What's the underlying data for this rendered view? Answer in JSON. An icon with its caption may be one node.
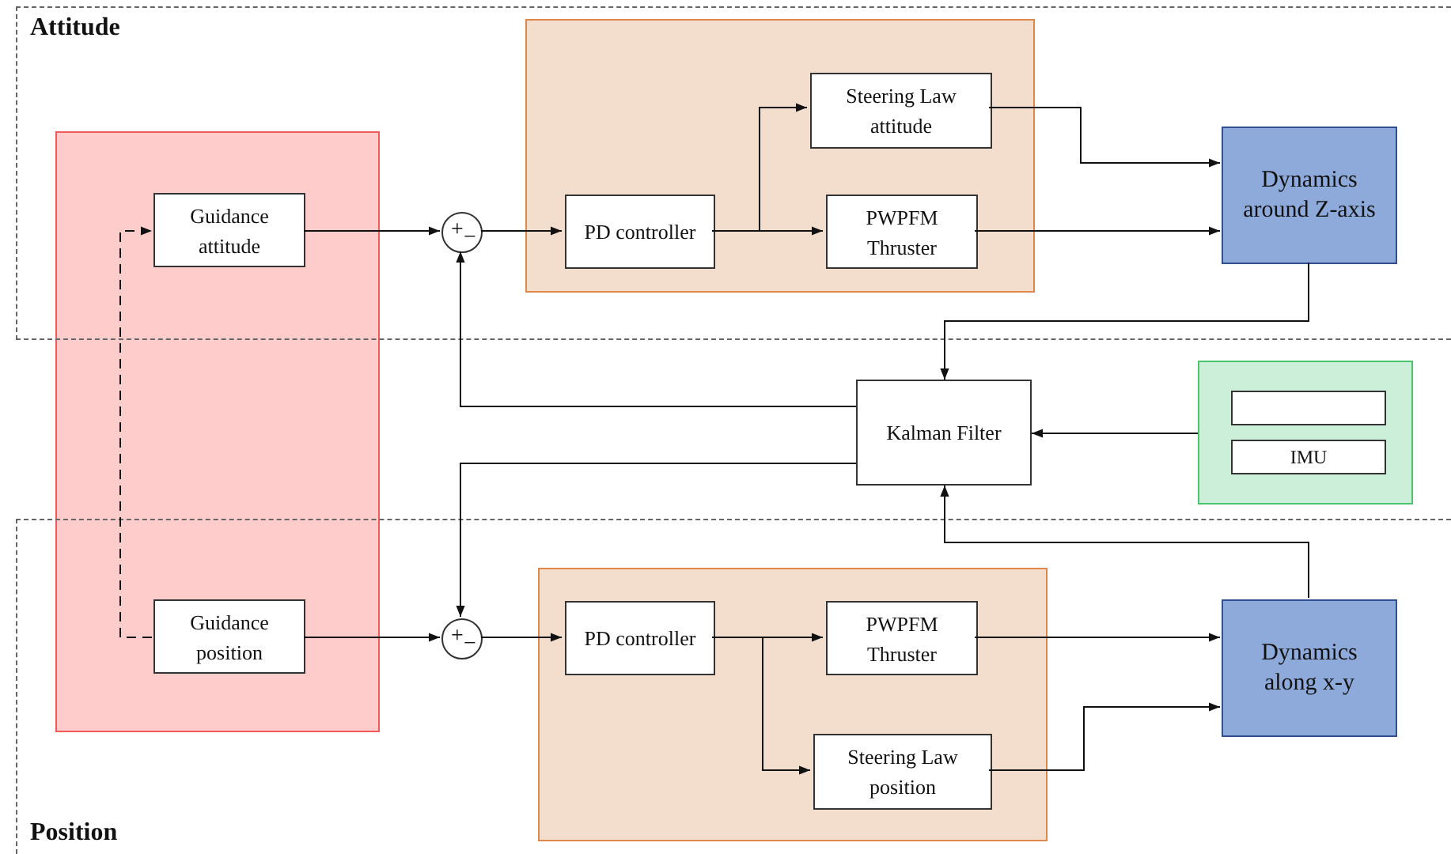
{
  "diagram": {
    "nodes": [
      {
        "text": [
          "Attitude"
        ]
      },
      {
        "text": [
          "Guidance attitude"
        ],
        "in": 0
      },
      {
        "text": [
          "+",
          "−"
        ],
        "in": 0
      },
      {
        "text": [],
        "shape": "box",
        "in": 0
      },
      {
        "text": [
          "PD controller"
        ],
        "in": 3
      },
      {
        "text": [
          "Steering Law attitude"
        ],
        "in": 3
      },
      {
        "text": [
          "PWPFM Thruster"
        ],
        "in": 3
      },
      {
        "text": [
          "Dynamics around Z-axis"
        ],
        "in": 0
      },
      {
        "text": [
          "Kalman Filter"
        ]
      },
      {
        "text": [],
        "shape": "box"
      },
      {
        "text": [],
        "shape": "box",
        "in": 9
      },
      {
        "text": [
          "IMU"
        ],
        "in": 9
      },
      {
        "text": [
          "Position"
        ]
      },
      {
        "text": [
          "Guidance position"
        ],
        "in": 12
      },
      {
        "text": [
          "+",
          "−"
        ],
        "in": 12
      },
      {
        "text": [],
        "shape": "box",
        "in": 12
      },
      {
        "text": [
          "PD controller"
        ],
        "in": 15
      },
      {
        "text": [
          "PWPFM Thruster"
        ],
        "in": 15
      },
      {
        "text": [
          "Steering Law position"
        ],
        "in": 15
      },
      {
        "text": [
          "Dynamics along x-y"
        ],
        "in": 12
      }
    ],
    "edges": [
      {
        "from": 1,
        "to": 2,
        "arrow": "to"
      },
      {
        "from": 2,
        "to": 4,
        "arrow": "to"
      },
      {
        "from": 4,
        "to": 5,
        "arrow": "to"
      },
      {
        "from": 4,
        "to": 6,
        "arrow": "to"
      },
      {
        "from": 5,
        "to": 7,
        "arrow": "to"
      },
      {
        "from": 6,
        "to": 7,
        "arrow": "to"
      },
      {
        "from": 7,
        "to": 8,
        "arrow": "to"
      },
      {
        "from": 8,
        "to": 2,
        "arrow": "to"
      },
      {
        "from": 8,
        "to": 14,
        "arrow": "to"
      },
      {
        "from": 9,
        "to": 8,
        "arrow": "to"
      },
      {
        "from": 19,
        "to": 8,
        "arrow": "to"
      },
      {
        "from": 13,
        "to": 14,
        "arrow": "to"
      },
      {
        "from": 14,
        "to": 16,
        "arrow": "to"
      },
      {
        "from": 16,
        "to": 17,
        "arrow": "to"
      },
      {
        "from": 16,
        "to": 18,
        "arrow": "to"
      },
      {
        "from": 17,
        "to": 19,
        "arrow": "to"
      },
      {
        "from": 18,
        "to": 19,
        "arrow": "to"
      },
      {
        "from": 13,
        "to": 1,
        "arrow": "to",
        "style": "dashed"
      }
    ]
  }
}
